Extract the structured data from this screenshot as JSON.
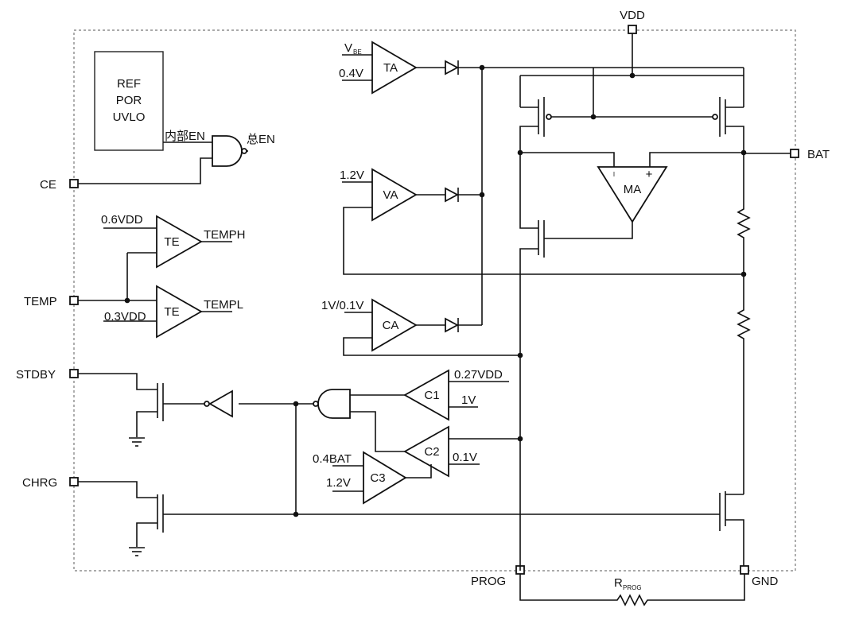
{
  "pins": {
    "vdd": "VDD",
    "bat": "BAT",
    "ce": "CE",
    "temp": "TEMP",
    "stdby": "STDBY",
    "chrg": "CHRG",
    "prog": "PROG",
    "gnd": "GND"
  },
  "ref_block": {
    "line1": "REF",
    "line2": "POR",
    "line3": "UVLO"
  },
  "enable": {
    "internal_en": "内部EN",
    "total_en": "总EN"
  },
  "amplifiers": {
    "ta": "TA",
    "va": "VA",
    "ca": "CA",
    "ma": "MA",
    "ma_minus": "I",
    "ma_plus": "+",
    "te_high": "TE",
    "te_low": "TE",
    "c1": "C1",
    "c2": "C2",
    "c3": "C3"
  },
  "references": {
    "vbe_main": "V",
    "vbe_sub": "BE",
    "v04": "0.4V",
    "v12_va": "1.2V",
    "ca_ref": "1V/0.1V",
    "v06vdd": "0.6VDD",
    "v03vdd": "0.3VDD",
    "temph": "TEMPH",
    "templ": "TEMPL",
    "v027vdd": "0.27VDD",
    "v1": "1V",
    "v01": "0.1V",
    "v04bat": "0.4BAT",
    "v12_c3": "1.2V"
  },
  "resistor": {
    "rprog_main": "R",
    "rprog_sub": "PROG"
  }
}
